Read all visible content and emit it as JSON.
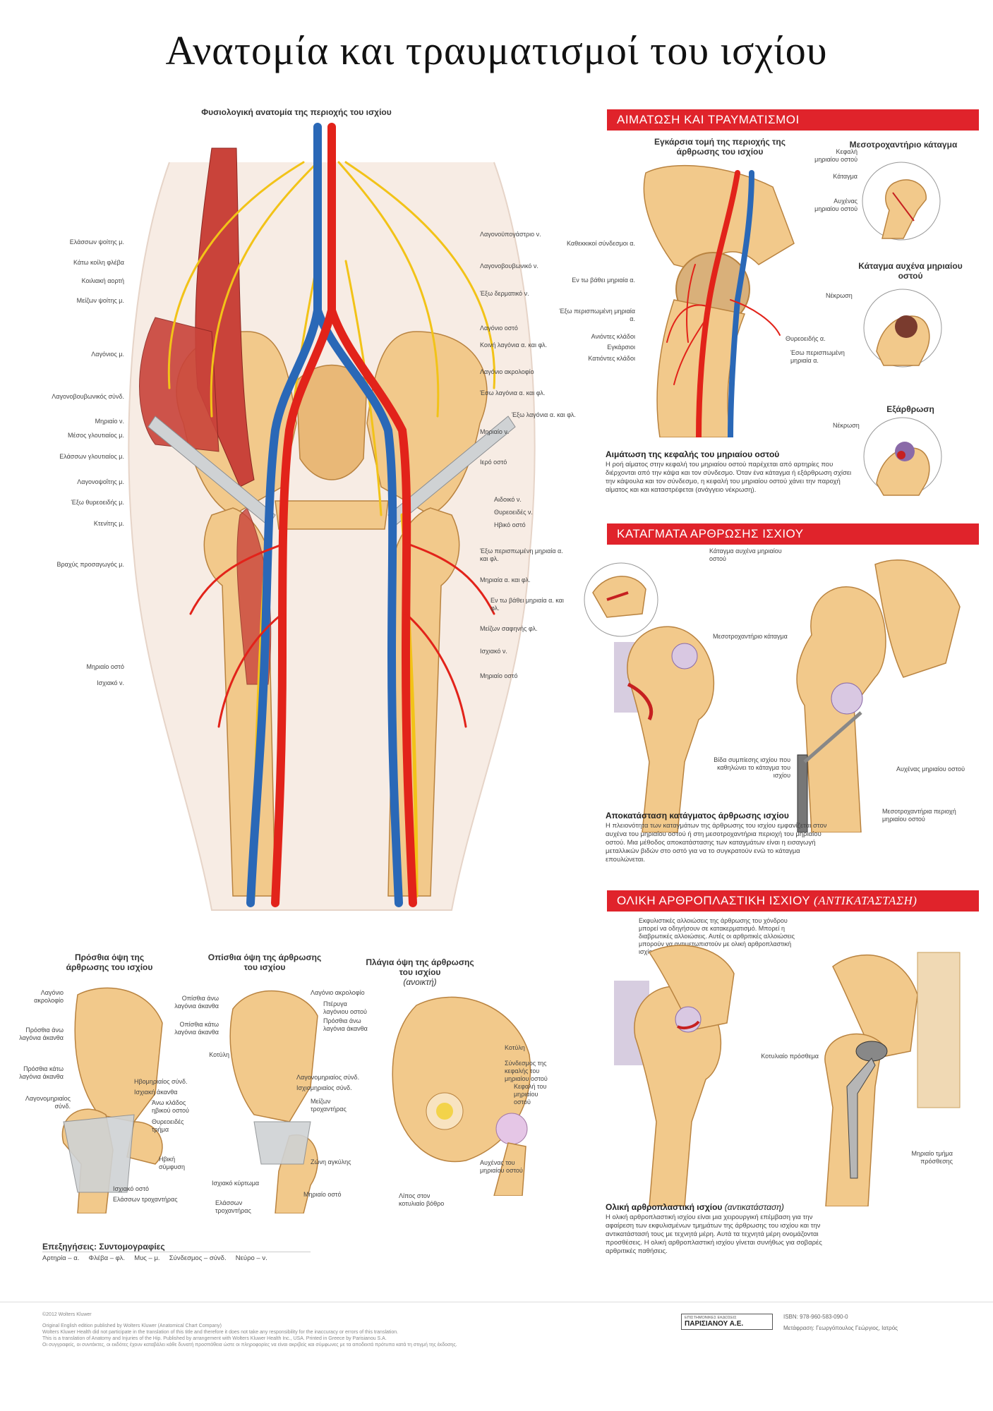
{
  "title": "Ανατομία και τραυματισμοί του ισχίου",
  "main_figure": {
    "caption": "Φυσιολογική ανατομία της περιοχής του ισχίου",
    "labels_left": [
      "Ελάσσων ψοίτης μ.",
      "Κάτω κοίλη φλέβα",
      "Κοιλιακή αορτή",
      "Μείζων ψοίτης μ.",
      "Λαγόνιος μ.",
      "Λαγονοβουβωνικός σύνδ.",
      "Μηριαίο ν.",
      "Μέσος γλουτιαίος μ.",
      "Ελάσσων γλουτιαίος μ.",
      "Λαγονοψοΐτης μ.",
      "Έξω θυρεοειδής μ.",
      "Κτενίτης μ.",
      "Βραχύς προσαγωγός μ.",
      "Μηριαίο οστό",
      "Ισχιακό ν."
    ],
    "labels_right": [
      "Λαγονοϋπογάστριο ν.",
      "Λαγονοβουβωνικό ν.",
      "Έξω δερματικό ν.",
      "Λαγόνιο οστό",
      "Κοινή λαγόνια α. και φλ.",
      "Λαγόνιο ακρολοφίο",
      "Έσω λαγόνια α. και φλ.",
      "Έξω λαγόνια α. και φλ.",
      "Μηριαίο ν.",
      "Ιερό οστό",
      "Αιδοικό ν.",
      "Θυρεοειδές ν.",
      "Ηβικό οστό",
      "Έξω περισπωμένη μηριαία α. και φλ.",
      "Μηριαία α. και φλ.",
      "Εν τω βάθει μηριαία α. και φλ.",
      "Μείζων σαφηνής φλ.",
      "Ισχιακό ν.",
      "Μηριαίο οστό"
    ]
  },
  "blood_section": {
    "banner": "ΑΙΜΑΤΩΣΗ ΚΑΙ ΤΡΑΥΜΑΤΙΣΜΟΙ",
    "cross_caption": "Εγκάρσια τομή της περιοχής της άρθρωσης του ισχίου",
    "cross_labels_left": [
      "Καθεκκικοί σύνδεσμοι α.",
      "Εν τω βάθει μηριαία α.",
      "Έξω περισπωμένη μηριαία α.",
      "Ανιόντες κλάδοι",
      "Εγκάρσιοι",
      "Κατιόντες κλάδοι"
    ],
    "cross_labels_right": [
      "Θυρεοειδής α.",
      "Έσω περισπωμένη μηριαία α."
    ],
    "inset1_title": "Μεσοτροχαντήριο κάταγμα",
    "inset1_labels": [
      "Κεφαλή μηριαίου οστού",
      "Κάταγμα",
      "Αυχένας μηριαίου οστού"
    ],
    "inset2_title": "Κάταγμα αυχένα μηριαίου οστού",
    "inset2_label": "Νέκρωση",
    "inset3_title": "Εξάρθρωση",
    "inset3_label": "Νέκρωση",
    "para_title": "Αιμάτωση της κεφαλής του μηριαίου οστού",
    "para_text": "Η ροή αίματος στην κεφαλή του μηριαίου οστού παρέχεται από αρτηρίες που διέρχονται από την κάψα και τον σύνδεσμο. Όταν ένα κάταγμα ή εξάρθρωση σχίσει την κάψουλα και τον σύνδεσμο, η κεφαλή του μηριαίου οστού χάνει την παροχή αίματος και και καταστρέφεται (ανάγγειο νέκρωση)."
  },
  "fracture_section": {
    "banner": "ΚΑΤΑΓΜΑΤΑ ΑΡΘΡΩΣΗΣ ΙΣΧΙΟΥ",
    "labels": [
      "Κάταγμα αυχένα μηριαίου οστού",
      "Μεσοτροχαντήριο κάταγμα",
      "Βίδα συμπίεσης ισχίου που καθηλώνει το κάταγμα του ισχίου",
      "Αυχένας μηριαίου οστού",
      "Μεσοτροχαντήρια περιοχή μηριαίου οστού"
    ],
    "para_title": "Αποκατάσταση κατάγματος άρθρωσης ισχίου",
    "para_text": "Η πλειονότητα των καταγμάτων της άρθρωσης του ισχίου εμφανίζεται στον αυχένα του μηριαίου οστού ή στη μεσοτροχαντήρια περιοχή του μηριαίου οστού. Μια μέθοδος αποκατάστασης των καταγμάτων είναι η εισαγωγή μεταλλικών βιδών στο οστό για να το συγκρατούν ενώ το κάταγμα επουλώνεται."
  },
  "arthro_section": {
    "banner_main": "ΟΛΙΚΗ ΑΡΘΡΟΠΛΑΣΤΙΚΗ ΙΣΧΙΟΥ",
    "banner_italic": "(ΑΝΤΙΚΑΤΑΣΤΑΣΗ)",
    "note": "Εκφυλιστικές αλλοιώσεις της άρθρωσης του χόνδρου μπορεί να οδηγήσουν σε κατακερματισμό. Μπορεί η διαβρωτικές αλλοιώσεις. Αυτές οι αρθριτικές αλλοιώσεις μπορούν να αντιμετωπιστούν με ολική αρθροπλαστική ισχίου (αντικατάσταση).",
    "labels": [
      "Κοτυλιαίο πρόσθεμα",
      "Μηριαίο τμήμα πρόσθεσης"
    ],
    "para_title": "Ολική αρθροπλαστική ισχίου",
    "para_title_italic": "(αντικατάσταση)",
    "para_text": "Η ολική αρθροπλαστική ισχίου είναι μια χειρουργική επέμβαση για την αφαίρεση των εκφυλισμένων τμημάτων της άρθρωσης του ισχίου και την αντικατάστασή τους με τεχνητά μέρη. Αυτά τα τεχνητά μέρη ονομάζονται προσθέσεις. Η ολική αρθροπλαστική ισχίου γίνεται συνήθως για σοβαρές αρθριτικές παθήσεις."
  },
  "bottom_views": {
    "front_title": "Πρόσθια όψη της άρθρωσης του ισχίου",
    "front_labels": [
      "Λαγόνιο ακρολοφίο",
      "Πρόσθια άνω λαγόνια άκανθα",
      "Πρόσθια κάτω λαγόνια άκανθα",
      "Λαγονομηριαίος σύνδ.",
      "Ηβομηριαίος σύνδ.",
      "Ισχιακή άκανθα",
      "Άνω κλάδος ηβικού οστού",
      "Θυρεοειδές τρήμα",
      "Ηβική σύμφυση",
      "Ισχιακό οστό",
      "Ελάσσων τροχαντήρας"
    ],
    "back_title": "Οπίσθια όψη της άρθρωσης του ισχίου",
    "back_labels": [
      "Λαγόνιο ακρολοφίο",
      "Πτέρυγα λαγόνιου οστού",
      "Οπίσθια άνω λαγόνια άκανθα",
      "Οπίσθια κάτω λαγόνια άκανθα",
      "Πρόσθια άνω λαγόνια άκανθα",
      "Κοτύλη",
      "Λαγονομηριαίος σύνδ.",
      "Ισχιομηριαίος σύνδ.",
      "Μείζων τροχαντήρας",
      "Ζώνη αγκύλης",
      "Ισχιακό κύρτωμα",
      "Ελάσσων τροχαντήρας",
      "Μηριαίο οστό"
    ],
    "side_title": "Πλάγια όψη της άρθρωσης του ισχίου",
    "side_title_italic": "(ανοικτή)",
    "side_labels": [
      "Κοτύλη",
      "Σύνδεσμος της κεφαλής του μηριαίου οστού",
      "Κεφαλή του μηριαίου οστού",
      "Αυχένας του μηριαίου οστού",
      "Λίπος στον κοτυλιαίο βόθρο"
    ]
  },
  "abbrev": {
    "title": "Επεξηγήσεις: Συντομογραφίες",
    "text": "Αρτηρία – α.     Φλέβα – φλ.     Μυς – μ.     Σύνδεσμος – σύνδ.     Νεύρο – ν."
  },
  "footer": {
    "credit": "©2012 Wolters Kluwer",
    "line1": "Original English edition published by Wolters Kluwer (Anatomical Chart Company)",
    "line2": "Wolters Kluwer Health did not participate in the translation of this title and therefore it does not take any responsibility for the inaccuracy or errors of this translation.",
    "line3": "This is a translation of Anatomy and Injuries of the Hip. Published by arrangement with Wolters Kluwer Health Inc., USA. Printed in Greece by Parisianou S.A.",
    "line4": "Οι συγγραφείς, οι συντάκτες, οι εκδότες έχουν καταβάλει κάθε δυνατή προσπάθεια ώστε οι πληροφορίες να είναι ακριβείς και σύμφωνες με τα αποδεκτά πρότυπα κατά τη στιγμή της έκδοσης.",
    "publisher_small": "ΕΠΙΣΤΗΜΟΝΙΚΕΣ ΕΚΔΟΣΕΙΣ",
    "publisher": "ΠΑΡΙΣΙΑΝΟΥ Α.Ε.",
    "isbn": "ISBN: 978-960-583-090-0",
    "translator": "Μετάφραση: Γεωργόπουλος Γεώργιος, Ιατρός"
  },
  "colors": {
    "banner": "#e0232b",
    "artery": "#e2231a",
    "vein": "#2a68b7",
    "nerve": "#f2c318",
    "bone": "#f2c98b",
    "muscle": "#c9433a"
  }
}
